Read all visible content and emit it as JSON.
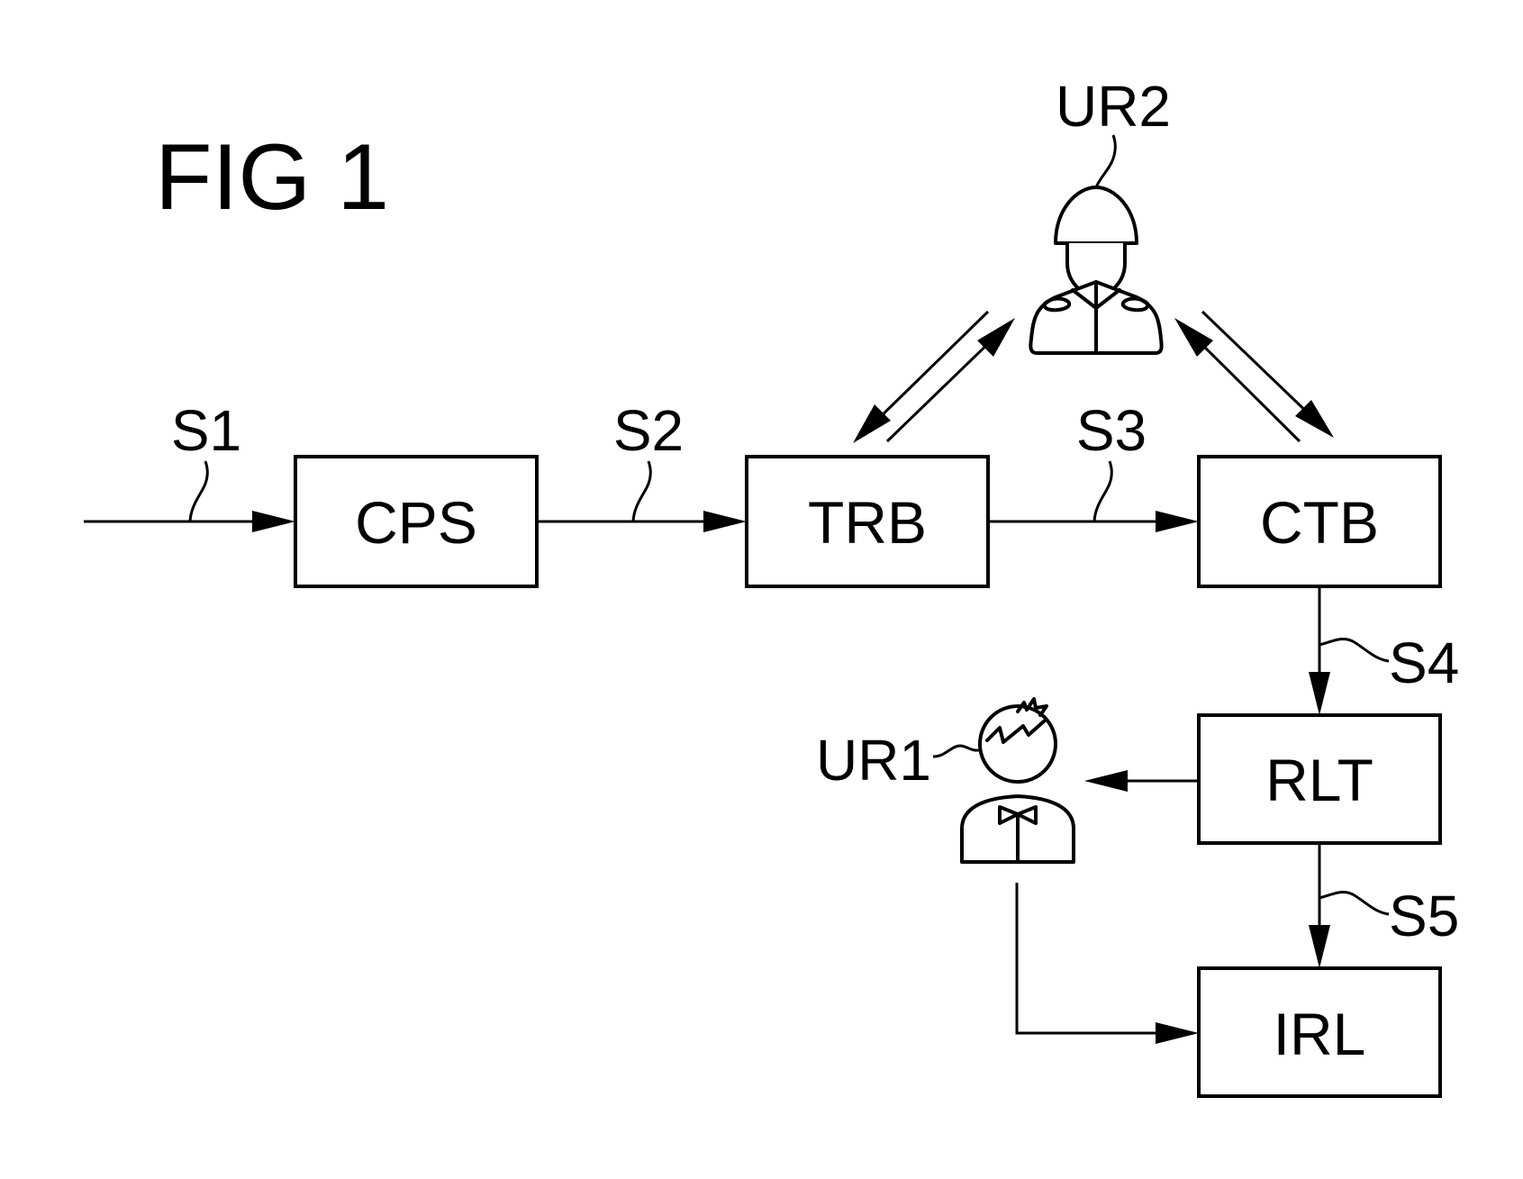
{
  "figure": {
    "title": "FIG 1"
  },
  "blocks": {
    "cps": "CPS",
    "trb": "TRB",
    "ctb": "CTB",
    "rlt": "RLT",
    "irl": "IRL"
  },
  "signals": {
    "s1": "S1",
    "s2": "S2",
    "s3": "S3",
    "s4": "S4",
    "s5": "S5"
  },
  "users": {
    "ur1": "UR1",
    "ur2": "UR2"
  },
  "icons": {
    "ur1": "person-icon",
    "ur2": "helmet-person-icon"
  }
}
